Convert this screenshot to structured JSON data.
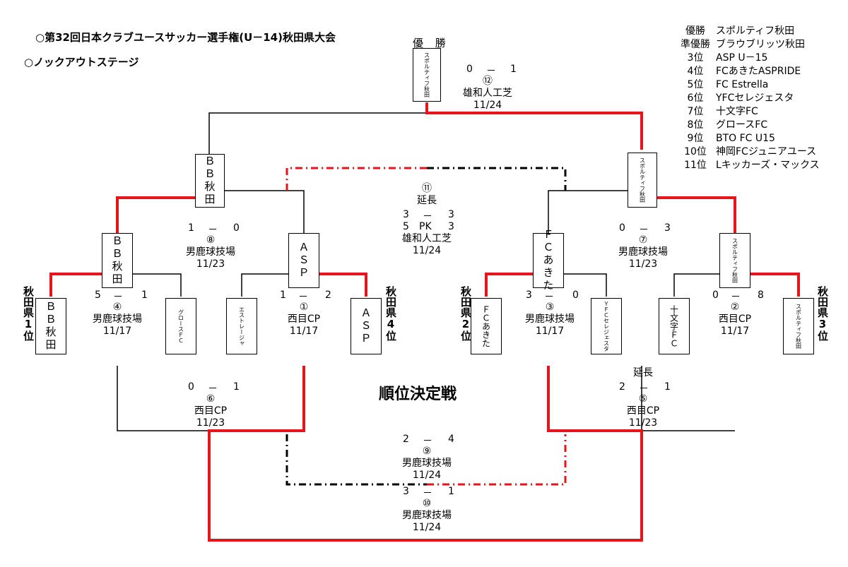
{
  "header": {
    "title": "○第32回日本クラブユースサッカー選手権(U－14)秋田県大会",
    "subtitle": "○ノックアウトステージ"
  },
  "champion_label": "優 勝",
  "placement_title": "順位決定戦",
  "rankings": [
    {
      "pos": "優勝",
      "team": "スポルティフ秋田"
    },
    {
      "pos": "準優勝",
      "team": "ブラウブリッツ秋田"
    },
    {
      "pos": "3位",
      "team": "ASP U－15"
    },
    {
      "pos": "4位",
      "team": "FCあきたASPRIDE"
    },
    {
      "pos": "5位",
      "team": "FC Estrella"
    },
    {
      "pos": "6位",
      "team": "YFCセレジェスタ"
    },
    {
      "pos": "7位",
      "team": "十文字FC"
    },
    {
      "pos": "8位",
      "team": "グロースFC"
    },
    {
      "pos": "9位",
      "team": "BTO FC U15"
    },
    {
      "pos": "10位",
      "team": "神岡FCジュニアユース"
    },
    {
      "pos": "11位",
      "team": "Lキッカーズ・マックス"
    }
  ],
  "teams": {
    "bb1": "ＢＢ秋田",
    "gros": "グロースＦＣ",
    "estr": "エストレージャ",
    "asp1": "ＡＳＰ",
    "fc1": "ＦＣあきた",
    "yfc": "ＹＦＣセレジェスタ",
    "jumo": "十文字ＦＣ",
    "spo1": "スポルティフ秋田",
    "bb2": "ＢＢ秋田",
    "asp2": "ＡＳＰ",
    "fc2": "ＦＣあきた",
    "spo2": "スポルティフ秋田",
    "bb3": "ＢＢ秋田",
    "spo3": "スポルティフ秋田",
    "champ": "スポルティフ秋田"
  },
  "seeds": {
    "s1": "秋田県1位",
    "s4": "秋田県4位",
    "s2": "秋田県2位",
    "s3": "秋田県3位"
  },
  "matches": {
    "m4": {
      "no": "④",
      "venue": "男鹿球技場",
      "date": "11/17",
      "home": "5",
      "away": "1"
    },
    "m1": {
      "no": "①",
      "venue": "西目CP",
      "date": "11/17",
      "home": "1",
      "away": "2"
    },
    "m3": {
      "no": "③",
      "venue": "男鹿球技場",
      "date": "11/17",
      "home": "3",
      "away": "0"
    },
    "m2": {
      "no": "②",
      "venue": "西目CP",
      "date": "11/17",
      "home": "0",
      "away": "8"
    },
    "m8": {
      "no": "⑧",
      "venue": "男鹿球技場",
      "date": "11/23",
      "home": "1",
      "away": "0"
    },
    "m7": {
      "no": "⑦",
      "venue": "男鹿球技場",
      "date": "11/23",
      "home": "0",
      "away": "3"
    },
    "m11": {
      "no": "⑪",
      "note": "延長",
      "venue": "雄和人工芝",
      "date": "11/24",
      "home": "3",
      "away": "3",
      "pk_label": "PK",
      "pk_home": "5",
      "pk_away": "3"
    },
    "m12": {
      "no": "⑫",
      "venue": "雄和人工芝",
      "date": "11/24",
      "home": "0",
      "away": "1"
    },
    "m6": {
      "no": "⑥",
      "venue": "西目CP",
      "date": "11/23",
      "home": "0",
      "away": "1"
    },
    "m5": {
      "no": "⑤",
      "note": "延長",
      "venue": "西目CP",
      "date": "11/23",
      "home": "2",
      "away": "1"
    },
    "m9": {
      "no": "⑨",
      "venue": "男鹿球技場",
      "date": "11/24",
      "home": "2",
      "away": "4"
    },
    "m10": {
      "no": "⑩",
      "venue": "男鹿球技場",
      "date": "11/24",
      "home": "3",
      "away": "1"
    }
  },
  "dash": "－",
  "colors": {
    "winner": "#e8141c",
    "line": "#000000"
  }
}
